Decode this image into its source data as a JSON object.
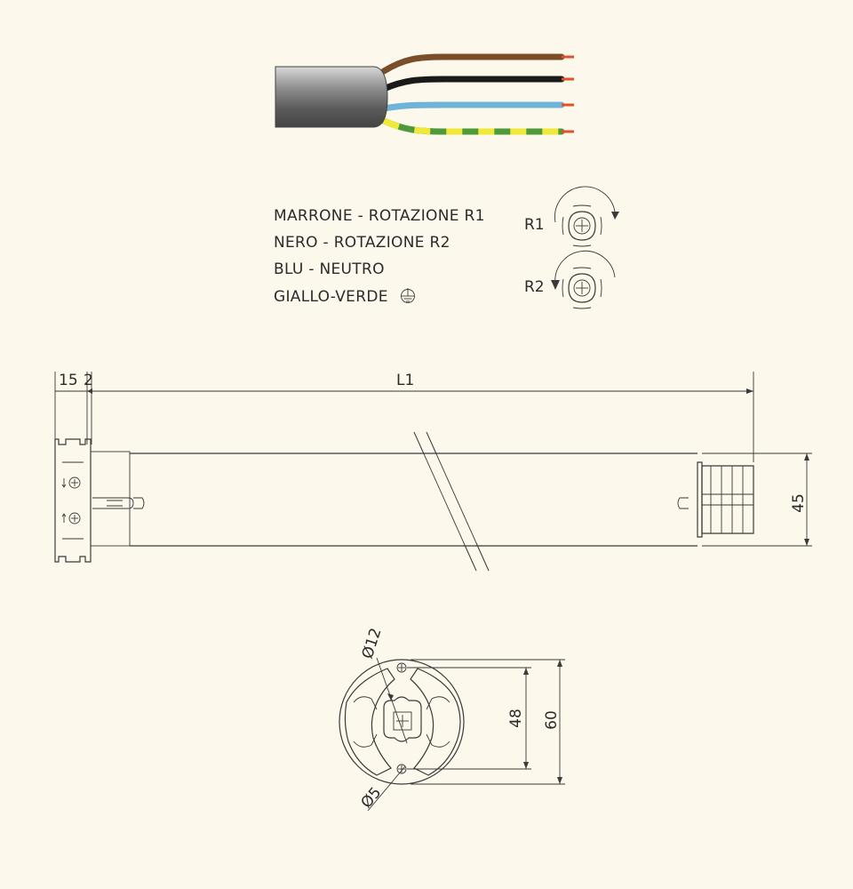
{
  "wires": [
    {
      "name": "marrone",
      "color": "#7a4e2a"
    },
    {
      "name": "nero",
      "color": "#1a1a1a"
    },
    {
      "name": "blu",
      "color": "#6fb3d8"
    },
    {
      "name": "giallo-verde",
      "color": "#4f9a3a",
      "stripe": "#f1e93a"
    }
  ],
  "wire_tip_color": "#e0522b",
  "legend": {
    "line1": "MARRONE - ROTAZIONE R1",
    "line2": "NERO - ROTAZIONE R2",
    "line3": "BLU - NEUTRO",
    "line4": "GIALLO-VERDE"
  },
  "rotation": {
    "r1_label": "R1",
    "r2_label": "R2"
  },
  "dimensions": {
    "head": "15",
    "gap": "2",
    "length": "L1",
    "diameter": "45",
    "shaft": "Ø12",
    "pin_circle": "48",
    "outer": "60",
    "hole": "Ø5"
  }
}
